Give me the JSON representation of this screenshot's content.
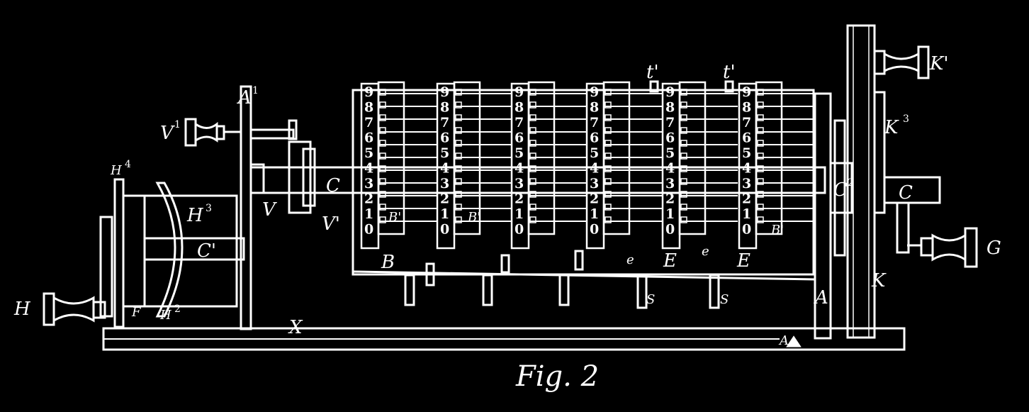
{
  "caption": "Fig. 2",
  "wheel_digits": [
    "0",
    "1",
    "2",
    "3",
    "4",
    "5",
    "6",
    "7",
    "8",
    "9"
  ],
  "labels": {
    "H": "H",
    "H2": "H",
    "H2_sup": "2",
    "H3": "H",
    "H3_sup": "3",
    "H4": "H",
    "H4_sup": "4",
    "F": "F",
    "A1": "A",
    "A1_sup": "1",
    "A_prime": "A'",
    "A": "A",
    "V": "V",
    "V_prime": "V'",
    "V1": "V",
    "V1_sup": "1",
    "C": "C",
    "C_prime": "C'",
    "C2": "C",
    "C2_sup": "2",
    "C_right": "C",
    "B": "B",
    "B_prime_1": "B'",
    "B_prime_2": "B'",
    "B_prime_3": "B'",
    "E1": "E",
    "E2": "E",
    "e1": "e",
    "e2": "e",
    "t1": "t'",
    "t2": "t'",
    "S1": "S",
    "S2": "S",
    "X": "X",
    "K": "K",
    "K1": "K'",
    "K3": "K",
    "K3_sup": "3",
    "G": "G"
  }
}
